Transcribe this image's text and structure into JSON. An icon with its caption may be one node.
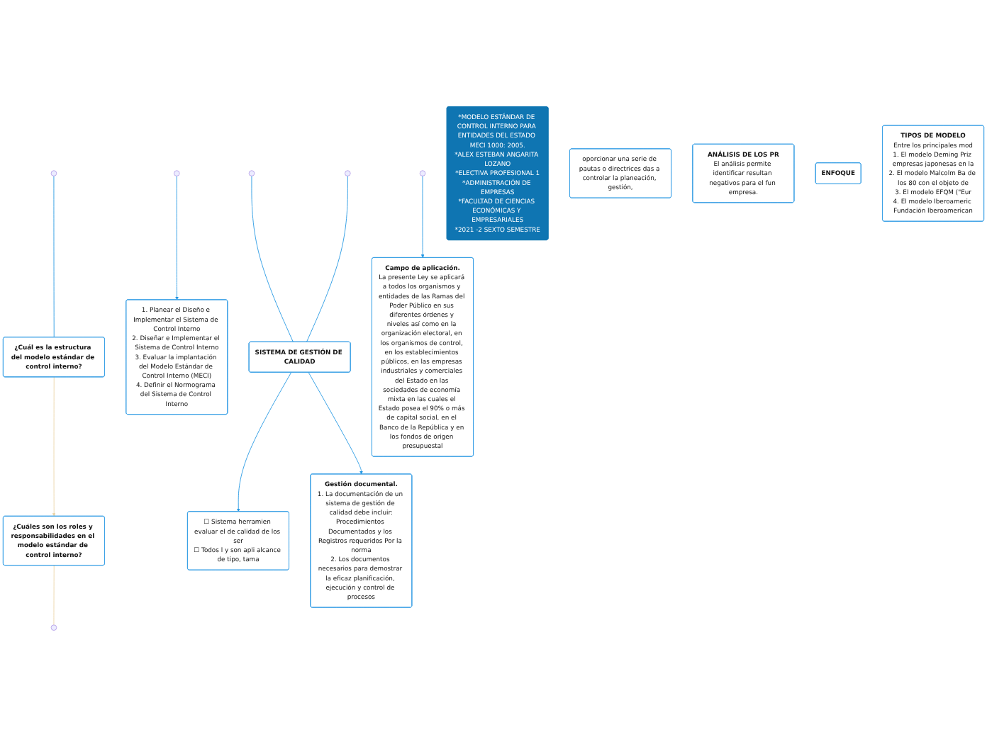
{
  "diagram": {
    "nodes": [
      {
        "text": [
          "*MODELO ESTÁNDAR DE CONTROL INTERNO PARA ENTIDADES DEL ESTADO MECI 1000: 2005.",
          "*ALEX ESTEBAN ANGARITA LOZANO",
          "*ELECTIVA PROFESIONAL 1",
          "*ADMINISTRACIÓN DE EMPRESAS",
          "*FACULTAD DE CIENCIAS ECONÓMICAS Y EMPRESARIALES",
          "*2021 -2 SEXTO SEMESTRE"
        ]
      },
      {
        "text": [
          "¿Cuál es la estructura del modelo estándar de control interno?"
        ]
      },
      {
        "text": [
          "¿Cuáles son los roles y responsabilidades en el modelo estándar de control interno?"
        ]
      },
      {
        "text": [
          "1. Planear el Diseño e Implementar el Sistema de Control Interno",
          "2. Diseñar e Implementar el Sistema de Control Interno",
          "3. Evaluar la implantación del Modelo Estándar de Control Interno (MECI)",
          "4. Definir el Normograma del Sistema de Control Interno"
        ]
      },
      {
        "text": [
          "oporcionar una serie de pautas o directrices das a controlar la planeación, gestión,"
        ]
      },
      {
        "text": [
          "SISTEMA DE GESTIÓN DE CALIDAD"
        ]
      },
      {
        "text": [
          "☐ Sistema herramien evaluar el de calidad de los ser",
          "☐ Todos l y son apli alcance de tipo, tama"
        ]
      },
      {
        "text": [
          "Gestión documental.",
          "1. La documentación de un sistema de gestión de calidad debe incluir:",
          "Procedimientos Documentados y los Registros requeridos Por la norma",
          "2. Los documentos necesarios para demostrar la eficaz planificación, ejecución y control de procesos"
        ]
      },
      {
        "text": [
          "ANÁLISIS DE LOS PR",
          "El análisis permite identificar resultan negativos para el fun empresa."
        ]
      },
      {
        "text": [
          "ENFOQUE"
        ]
      },
      {
        "text": [
          "Campo de aplicación.",
          "La presente Ley se aplicará a todos los organismos y entidades de las Ramas del Poder Público en sus diferentes órdenes y niveles así como en la organización electoral, en los organismos de control, en los establecimientos públicos, en las empresas industriales y comerciales del Estado en las sociedades de economía mixta en las cuales el Estado posea el 90% o más de capital social, en el Banco de la República y en los fondos de origen presupuestal"
        ]
      },
      {
        "text": [
          "TIPOS DE MODELO",
          "Entre los principales mod",
          "1. El modelo Deming Priz empresas japonesas en la",
          "2. El modelo Malcolm Ba de los 80 con el objeto de",
          "3. El modelo EFQM (\"Eur",
          "4. El modelo Iberoameric Fundación Iberoamerican"
        ]
      }
    ],
    "edges": [
      {
        "from": null,
        "to": 1,
        "arrow": "none"
      },
      {
        "from": 1,
        "to": 2,
        "arrow": "to",
        "color": "#ead3a5"
      },
      {
        "from": 2,
        "to": null,
        "arrow": "none",
        "color": "#ead3a5"
      },
      {
        "from": null,
        "to": 3,
        "arrow": "to"
      },
      {
        "from": null,
        "to": 5,
        "arrow": "none"
      },
      {
        "from": null,
        "to": 5,
        "arrow": "none"
      },
      {
        "from": 5,
        "to": 6,
        "arrow": "to"
      },
      {
        "from": 5,
        "to": 7,
        "arrow": "to"
      },
      {
        "from": null,
        "to": 10,
        "arrow": "to"
      }
    ]
  }
}
